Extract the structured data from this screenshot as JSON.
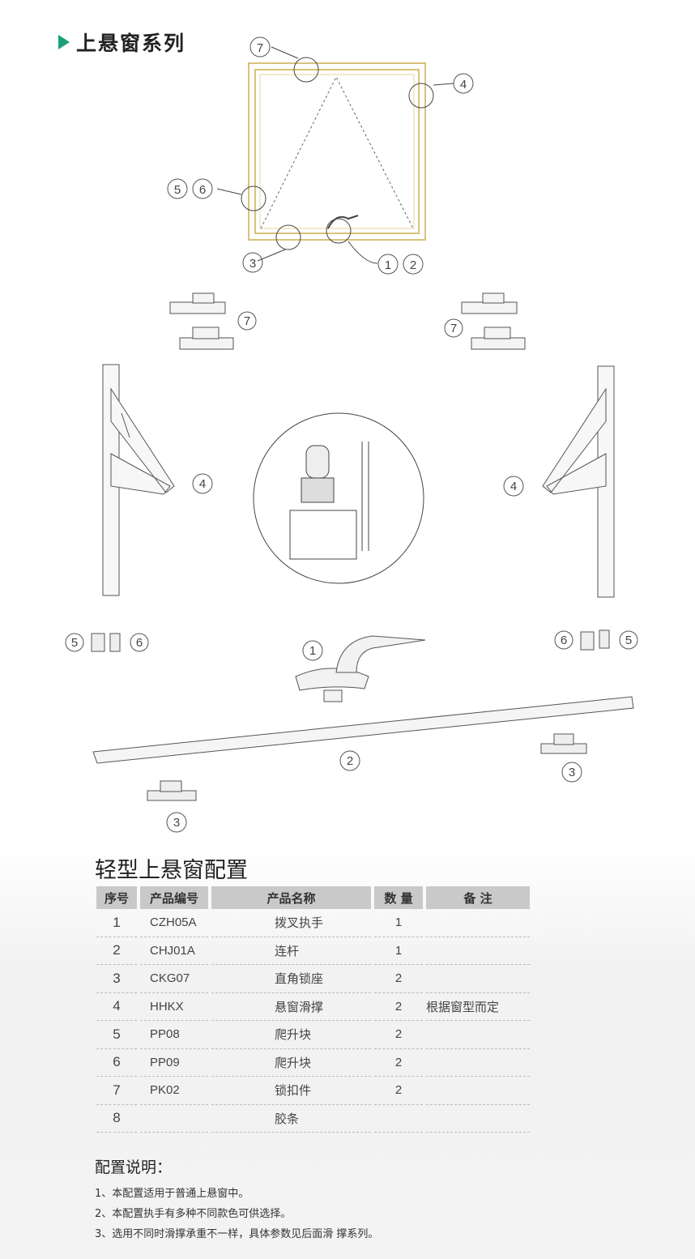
{
  "header": {
    "title": "上悬窗系列",
    "accent": "#19a07a"
  },
  "diagram": {
    "frame_color": "#d9c27a",
    "callouts": {
      "c7": "7",
      "c4": "4",
      "c5": "5",
      "c6": "6",
      "c3": "3",
      "c1": "1",
      "c2": "2"
    }
  },
  "config": {
    "title": "轻型上悬窗配置",
    "columns": [
      "序号",
      "产品编号",
      "产品名称",
      "数 量",
      "备 注"
    ],
    "rows": [
      {
        "no": "1",
        "code": "CZH05A",
        "name": "拨叉执手",
        "qty": "1",
        "note": ""
      },
      {
        "no": "2",
        "code": "CHJ01A",
        "name": "连杆",
        "qty": "1",
        "note": ""
      },
      {
        "no": "3",
        "code": "CKG07",
        "name": "直角锁座",
        "qty": "2",
        "note": ""
      },
      {
        "no": "4",
        "code": "HHKX",
        "name": "悬窗滑撑",
        "qty": "2",
        "note": "根据窗型而定"
      },
      {
        "no": "5",
        "code": "PP08",
        "name": "爬升块",
        "qty": "2",
        "note": ""
      },
      {
        "no": "6",
        "code": "PP09",
        "name": "爬升块",
        "qty": "2",
        "note": ""
      },
      {
        "no": "7",
        "code": "PK02",
        "name": "锁扣件",
        "qty": "2",
        "note": ""
      },
      {
        "no": "8",
        "code": "",
        "name": "胶条",
        "qty": "",
        "note": ""
      }
    ]
  },
  "notes": {
    "title": "配置说明：",
    "items": [
      "1、本配置适用于普通上悬窗中。",
      "2、本配置执手有多种不同款色可供选择。",
      "3、选用不同时滑撑承重不一样，具体参数见后面滑 撑系列。"
    ]
  }
}
